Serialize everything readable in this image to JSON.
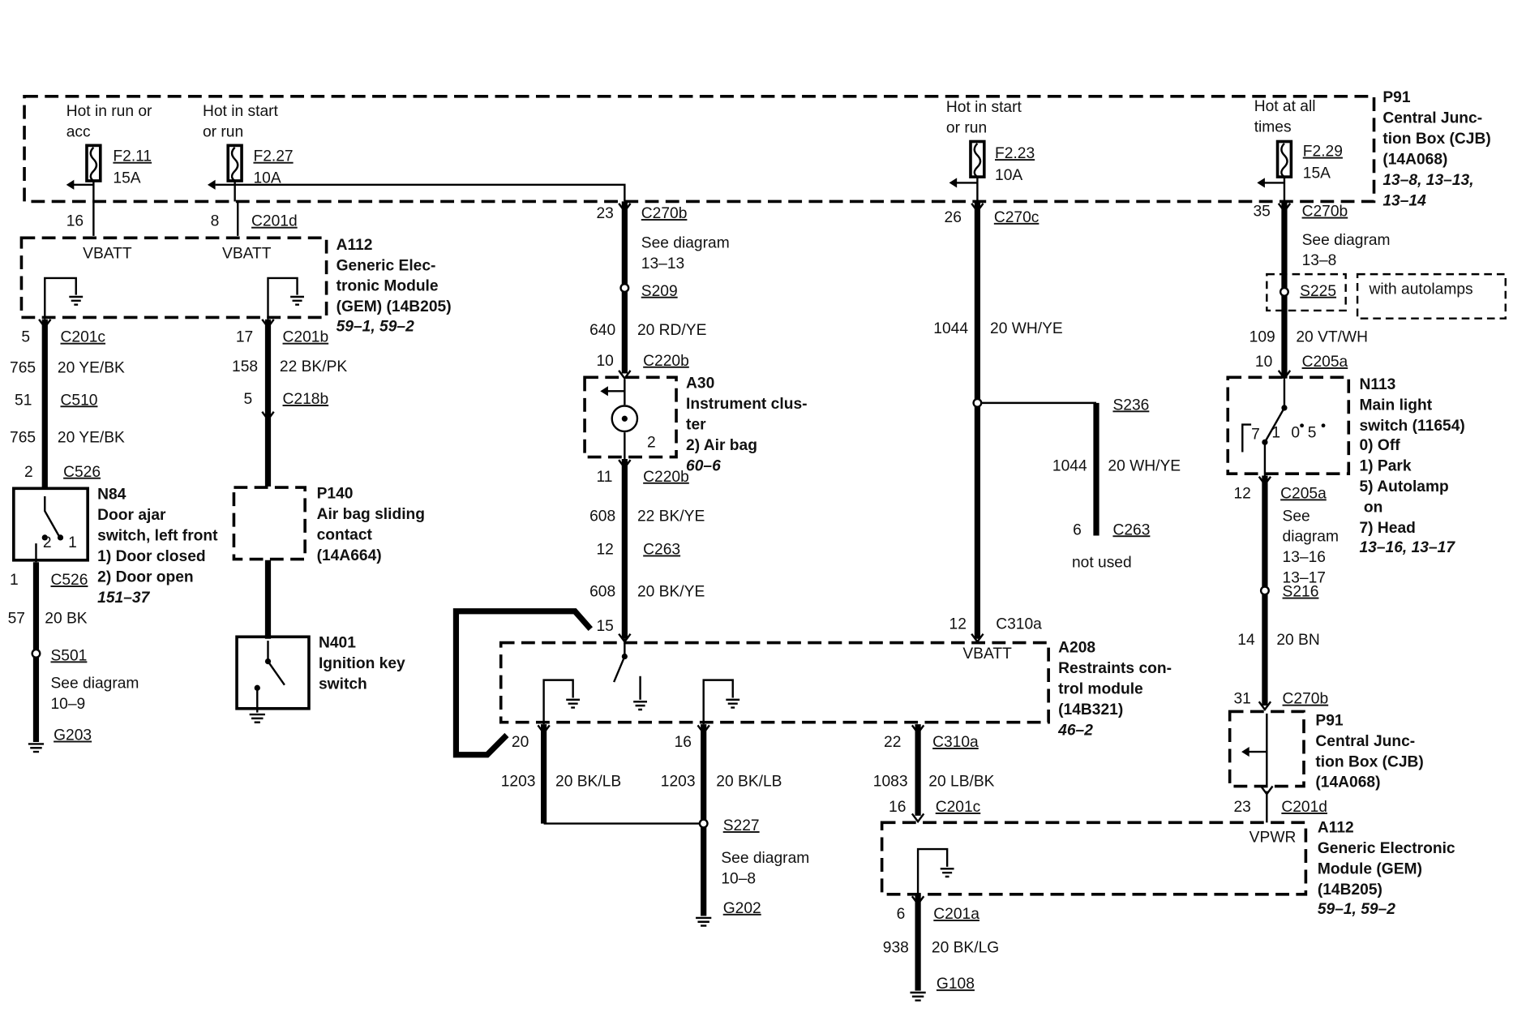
{
  "cjb_top": {
    "title": "P91",
    "name": "Central Junc-\ntion Box (CJB)\n(14A068)",
    "refs": "13–8, 13–13,\n13–14",
    "feeds": [
      {
        "label": "Hot in run or\nacc",
        "fuse": "F2.11",
        "amps": "15A",
        "pin": "16"
      },
      {
        "label": "Hot in start\nor run",
        "fuse": "F2.27",
        "amps": "10A",
        "pin": "8",
        "connector": "C201d"
      },
      {
        "label": "Hot in start\nor run",
        "fuse": "F2.23",
        "amps": "10A",
        "pin": "26",
        "connector": "C270c"
      },
      {
        "label": "Hot at all\ntimes",
        "fuse": "F2.29",
        "amps": "15A",
        "pin": "35",
        "connector": "C270b"
      }
    ]
  },
  "gem_top": {
    "title": "A112",
    "name": "Generic Elec-\ntronic Module\n(GEM) (14B205)",
    "refs": "59–1, 59–2",
    "terminals": [
      "VBATT",
      "VBATT"
    ]
  },
  "left_circuit": {
    "pin1": "5",
    "conn1": "C201c",
    "wire1_num": "765",
    "wire1_color": "20 YE/BK",
    "pin2": "51",
    "conn2": "C510",
    "wire2_num": "765",
    "wire2_color": "20 YE/BK",
    "pin3": "2",
    "conn3": "C526",
    "component": {
      "title": "N84",
      "name": "Door ajar\nswitch, left front",
      "positions": "1)    Door closed\n2)    Door open",
      "refs": "151–37",
      "contact_labels": [
        "2",
        "1"
      ]
    },
    "pin4": "1",
    "conn4": "C526",
    "wire3_num": "57",
    "wire3_color": "20 BK",
    "splice": "S501",
    "see": "See diagram\n10–9",
    "ground": "G203"
  },
  "second_circuit": {
    "pin1": "17",
    "conn1": "C201b",
    "wire1_num": "158",
    "wire1_color": "22 BK/PK",
    "pin2": "5",
    "conn2": "C218b",
    "component": {
      "title": "P140",
      "name": "Air bag sliding\ncontact\n(14A664)"
    },
    "switch": {
      "title": "N401",
      "name": "Ignition key\nswitch"
    }
  },
  "center_circuit": {
    "pin1": "23",
    "conn1": "C270b",
    "see": "See diagram\n13–13",
    "splice": "S209",
    "wire1_num": "640",
    "wire1_color": "20 RD/YE",
    "pin2": "10",
    "conn2": "C220b",
    "cluster": {
      "title": "A30",
      "name": "Instrument clus-\nter",
      "item": "2)    Air bag",
      "refs": "60–6",
      "contact": "2"
    },
    "pin3": "11",
    "conn3": "C220b",
    "wire2_num": "608",
    "wire2_color": "22 BK/YE",
    "pin4": "12",
    "conn4": "C263",
    "wire3_num": "608",
    "wire3_color": "20 BK/YE",
    "pin5": "15"
  },
  "vbatt_circuit": {
    "wire_num": "1044",
    "wire_color": "20 WH/YE",
    "branch_splice": "S236",
    "branch_wire_num": "1044",
    "branch_wire_color": "20 WH/YE",
    "branch_pin": "6",
    "branch_conn": "C263",
    "branch_note": "not used",
    "pin_rcm": "12",
    "conn_rcm": "C310a"
  },
  "rcm": {
    "title": "A208",
    "name": "Restraints con-\ntrol module\n(14B321)",
    "refs": "46–2",
    "terminal": "VBATT",
    "pins": [
      "20",
      "16",
      "22"
    ],
    "conn": "C310a",
    "wire_a_num": "1203",
    "wire_a_color": "20 BK/LB",
    "wire_b_num": "1203",
    "wire_b_color": "20 BK/LB",
    "wire_c_num": "1083",
    "wire_c_color": "20 LB/BK",
    "splice": "S227",
    "see": "See diagram\n10–8",
    "ground": "G202"
  },
  "gem_bottom": {
    "pin_in": "16",
    "conn_in": "C201c",
    "pin_v": "23",
    "conn_v": "C201d",
    "terminal": "VPWR",
    "title": "A112",
    "name": "Generic Electronic\nModule (GEM)\n(14B205)",
    "refs": "59–1, 59–2",
    "pin_out": "6",
    "conn_out": "C201a",
    "wire_num": "938",
    "wire_color": "20 BK/LG",
    "ground": "G108"
  },
  "right_circuit": {
    "see": "See diagram\n13–8",
    "splice": "S225",
    "option": "with autolamps",
    "wire1_num": "109",
    "wire1_color": "20 VT/WH",
    "pin1": "10",
    "conn1": "C205a",
    "switch": {
      "title": "N113",
      "name": "Main light\nswitch (11654)",
      "positions": "0)    Off\n1)    Park\n5)    Autolamp\n        on\n7)    Head",
      "refs": "13–16, 13–17",
      "contact_labels": [
        "7",
        "1",
        "0",
        "5"
      ]
    },
    "pin2": "12",
    "conn2": "C205a",
    "see2": "See\ndiagram\n13–16\n13–17",
    "splice2": "S216",
    "wire2_num": "14",
    "wire2_color": "20 BN",
    "pin3": "31",
    "conn3": "C270b",
    "cjb": {
      "title": "P91",
      "name": "Central Junc-\ntion Box (CJB)\n(14A068)"
    }
  }
}
